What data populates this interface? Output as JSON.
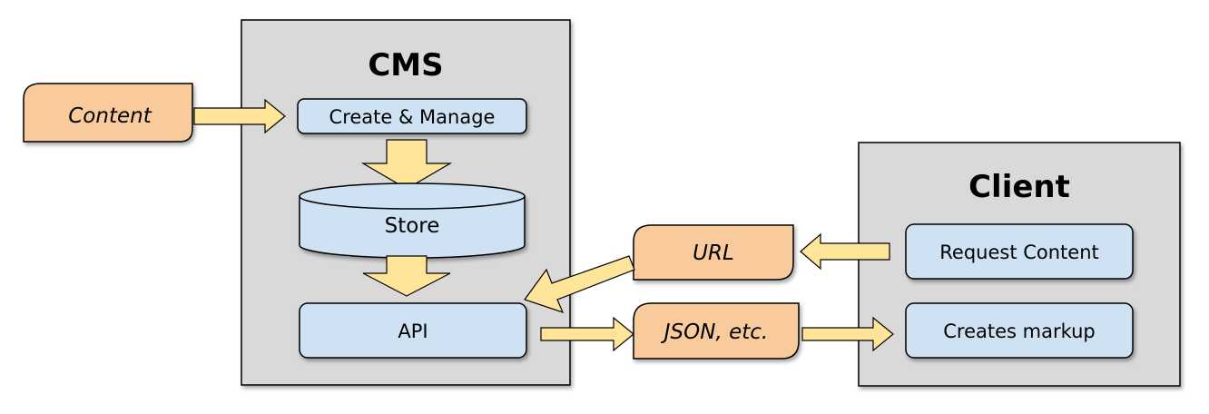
{
  "colors": {
    "container_fill": "#d9d9d9",
    "component_fill": "#cfe2f3",
    "data_fill": "#f9cb9c",
    "arrow_fill": "#ffe599",
    "stroke": "#000000"
  },
  "cms": {
    "title": "CMS",
    "create_manage": "Create & Manage",
    "store": "Store",
    "api": "API"
  },
  "client": {
    "title": "Client",
    "request_content": "Request Content",
    "creates_markup": "Creates markup"
  },
  "data_items": {
    "content": "Content",
    "url": "URL",
    "json": "JSON, etc."
  }
}
